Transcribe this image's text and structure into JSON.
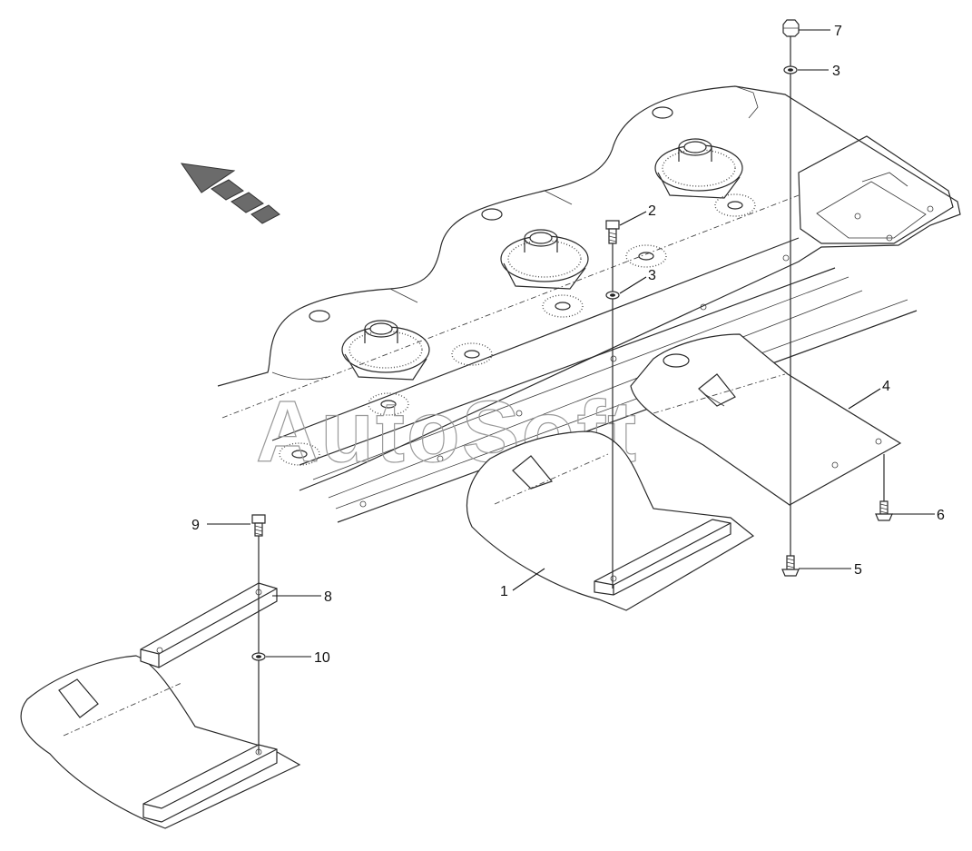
{
  "watermark": "AutoSoft",
  "callouts": [
    {
      "id": "c1",
      "label": "1"
    },
    {
      "id": "c2",
      "label": "2"
    },
    {
      "id": "c3a",
      "label": "3"
    },
    {
      "id": "c3b",
      "label": "3"
    },
    {
      "id": "c4",
      "label": "4"
    },
    {
      "id": "c5",
      "label": "5"
    },
    {
      "id": "c6",
      "label": "6"
    },
    {
      "id": "c7",
      "label": "7"
    },
    {
      "id": "c8",
      "label": "8"
    },
    {
      "id": "c9",
      "label": "9"
    },
    {
      "id": "c10",
      "label": "10"
    }
  ],
  "colors": {
    "line": "#2a2a2a",
    "watermark": "#9a9a9a",
    "arrow_fill": "#6b6b6b"
  }
}
